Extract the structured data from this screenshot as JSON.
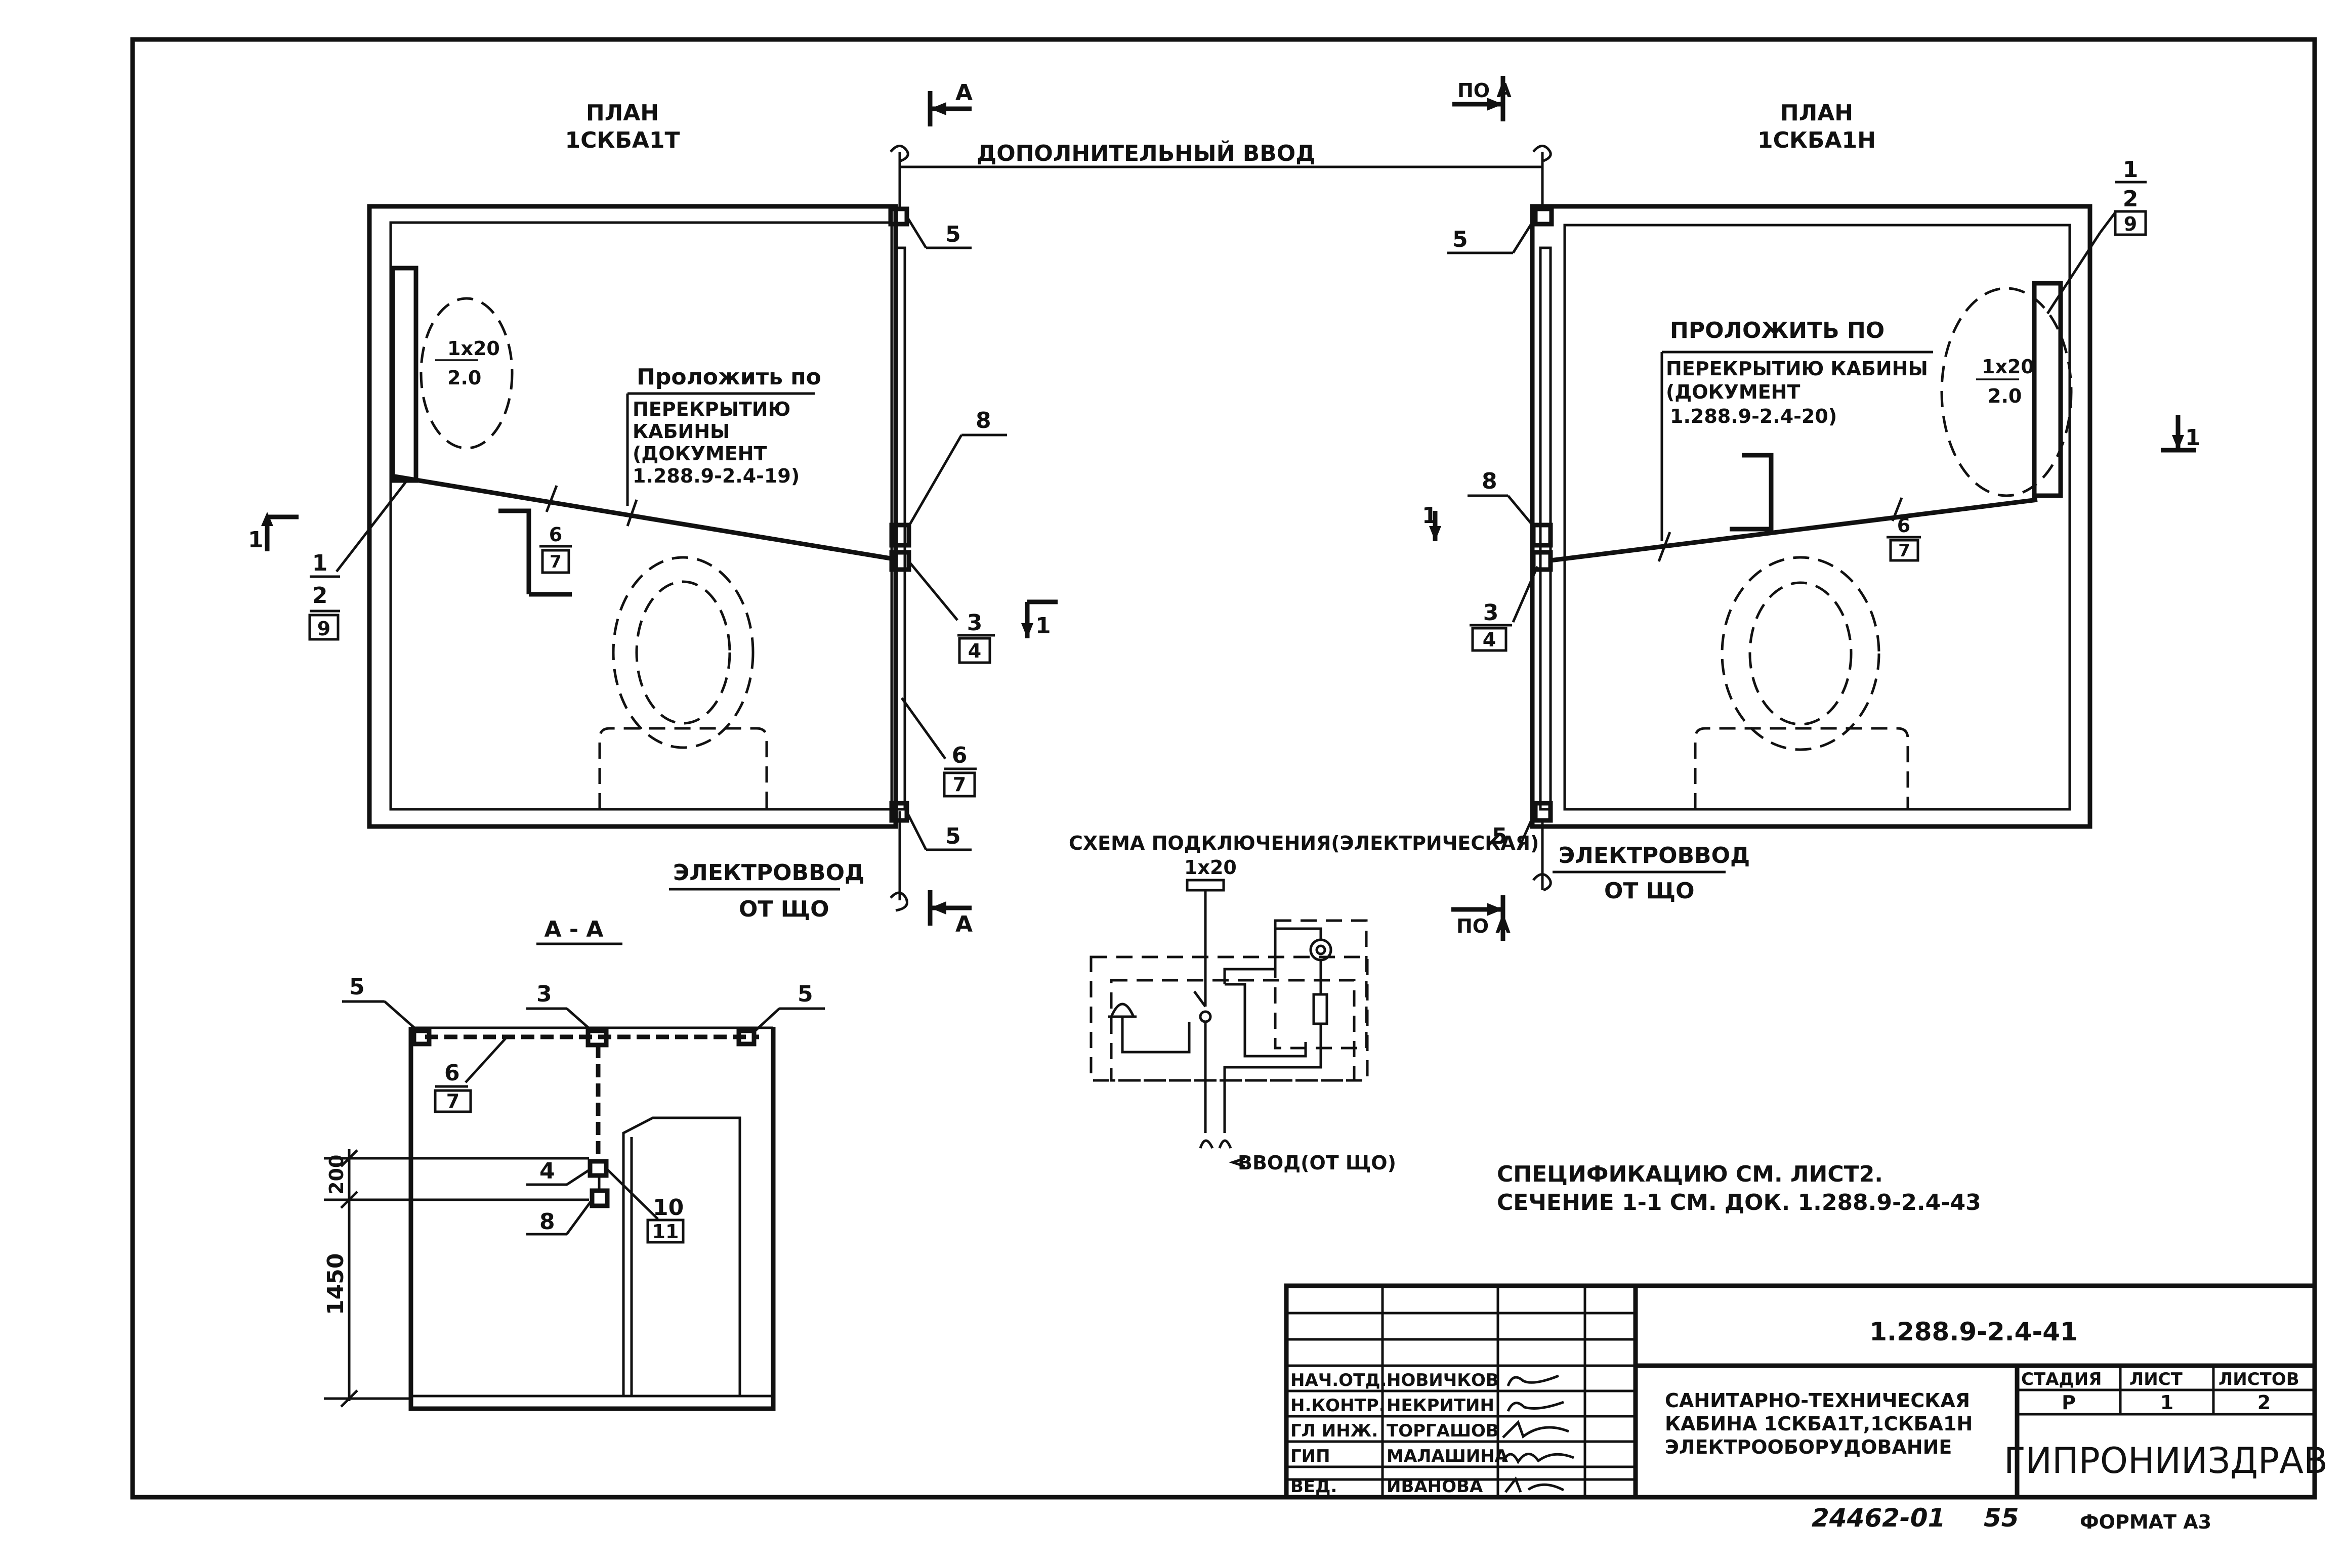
{
  "plan_left": {
    "title": "ПЛАН",
    "code": "1СКБА1Т",
    "route_label": "Проложить по",
    "route_text": [
      "ПЕРЕКРЫТИЮ",
      "КАБИНЫ",
      "(ДОКУМЕНТ",
      "1.288.9-2.4-19)"
    ],
    "fixture_top": "1х20",
    "fixture_bottom": "2.0",
    "leaders": {
      "l5a": "5",
      "l5b": "5",
      "l8": "8",
      "l3": "3",
      "l4": "4",
      "l6a": "6",
      "l7a": "7",
      "l6b": "6",
      "l7b": "7",
      "l1": "1",
      "l2": "2",
      "l9": "9"
    },
    "section_left": "1",
    "section_right": "1",
    "feed_label": "ЭЛЕКТРОВВОД",
    "feed_from": "ОТ ЩО"
  },
  "extra_feed": "ДОПОЛНИТЕЛЬНЫЙ ВВОД",
  "section_top_left": "А",
  "section_bottom_left": "А",
  "section_top_right": "ПО А",
  "section_bottom_right": "ПО А",
  "plan_right": {
    "title": "ПЛАН",
    "code": "1СКБА1Н",
    "route_label": "ПРОЛОЖИТЬ ПО",
    "route_text": [
      "ПЕРЕКРЫТИЮ КАБИНЫ",
      "(ДОКУМЕНТ",
      "1.288.9-2.4-20)"
    ],
    "fixture_top": "1х20",
    "fixture_bottom": "2.0",
    "leaders": {
      "l1": "1",
      "l2": "2",
      "l9": "9",
      "l5a": "5",
      "l5b": "5",
      "l8": "8",
      "l3": "3",
      "l4": "4",
      "l6": "6",
      "l7": "7"
    },
    "section_left": "1",
    "section_right": "1",
    "feed_label": "ЭЛЕКТРОВВОД",
    "feed_from": "ОТ ЩО"
  },
  "section_aa": {
    "title": "А - А",
    "leaders": {
      "l5a": "5",
      "l3": "3",
      "l5b": "5",
      "l6": "6",
      "l7": "7",
      "l4": "4",
      "l8": "8",
      "l10": "10",
      "l11": "11"
    },
    "dim_200": "200",
    "dim_1450": "1450"
  },
  "scheme": {
    "title": "СХЕМА ПОДКЛЮЧЕНИЯ(ЭЛЕКТРИЧЕСКАЯ)",
    "lamp": "1х20",
    "feed": "ВВОД(ОТ ЩО)"
  },
  "notes": [
    "СПЕЦИФИКАЦИЮ СМ. ЛИСТ2.",
    "СЕЧЕНИЕ 1-1 СМ. ДОК. 1.288.9-2.4-43"
  ],
  "title_block": {
    "doc_code": "1.288.9-2.4-41",
    "roles": [
      "НАЧ.ОТД.",
      "Н.КОНТР.",
      "ГЛ ИНЖ.",
      "ГИП",
      "ВЕД."
    ],
    "names": [
      "НОВИЧКОВ",
      "НЕКРИТИН",
      "ТОРГАШОВ",
      "МАЛАШИНА",
      "ИВАНОВА"
    ],
    "description": [
      "САНИТАРНО-ТЕХНИЧЕСКАЯ",
      "КАБИНА 1СКБА1Т,1СКБА1Н",
      "ЭЛЕКТРООБОРУДОВАНИЕ"
    ],
    "stage_header": "СТАДИЯ",
    "sheet_header": "ЛИСТ",
    "sheets_header": "ЛИСТОВ",
    "stage": "Р",
    "sheet": "1",
    "sheets": "2",
    "org": "ГИПРОНИИЗДРАВ"
  },
  "footer": {
    "inventory": "24462-01",
    "page": "55",
    "format": "ФОРМАТ А3"
  }
}
